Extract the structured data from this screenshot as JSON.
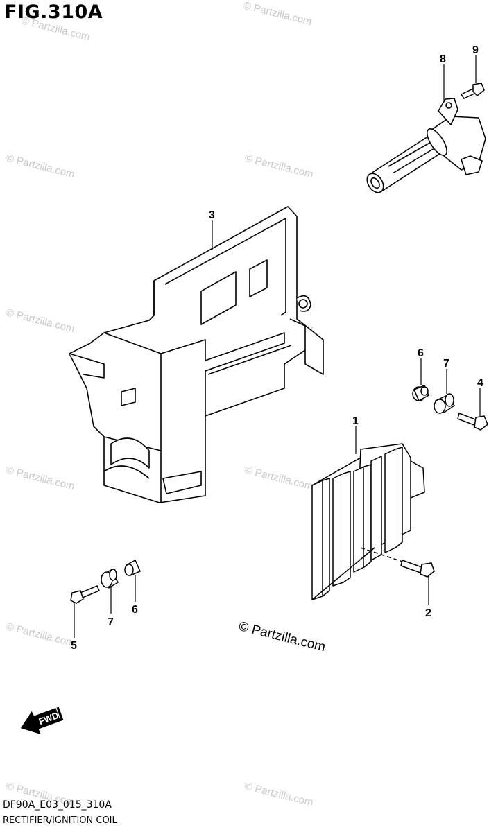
{
  "figure": {
    "title": "FIG.310A",
    "code": "DF90A_E03_015_310A",
    "description": "RECTIFIER/IGNITION COIL",
    "copyright": "© Partzilla.com",
    "watermark": "© Partzilla.com",
    "fwd_label": "FWD"
  },
  "callouts": {
    "c1": "1",
    "c2": "2",
    "c3": "3",
    "c4": "4",
    "c5": "5",
    "c6a": "6",
    "c6b": "6",
    "c7a": "7",
    "c7b": "7",
    "c8": "8",
    "c9": "9"
  },
  "parts": [
    {
      "no": "1",
      "name": "rectifier"
    },
    {
      "no": "2",
      "name": "rectifier-bolt"
    },
    {
      "no": "3",
      "name": "bracket"
    },
    {
      "no": "4",
      "name": "bolt"
    },
    {
      "no": "5",
      "name": "bolt"
    },
    {
      "no": "6",
      "name": "collar"
    },
    {
      "no": "7",
      "name": "grommet"
    },
    {
      "no": "8",
      "name": "ignition-coil"
    },
    {
      "no": "9",
      "name": "coil-bolt"
    }
  ]
}
